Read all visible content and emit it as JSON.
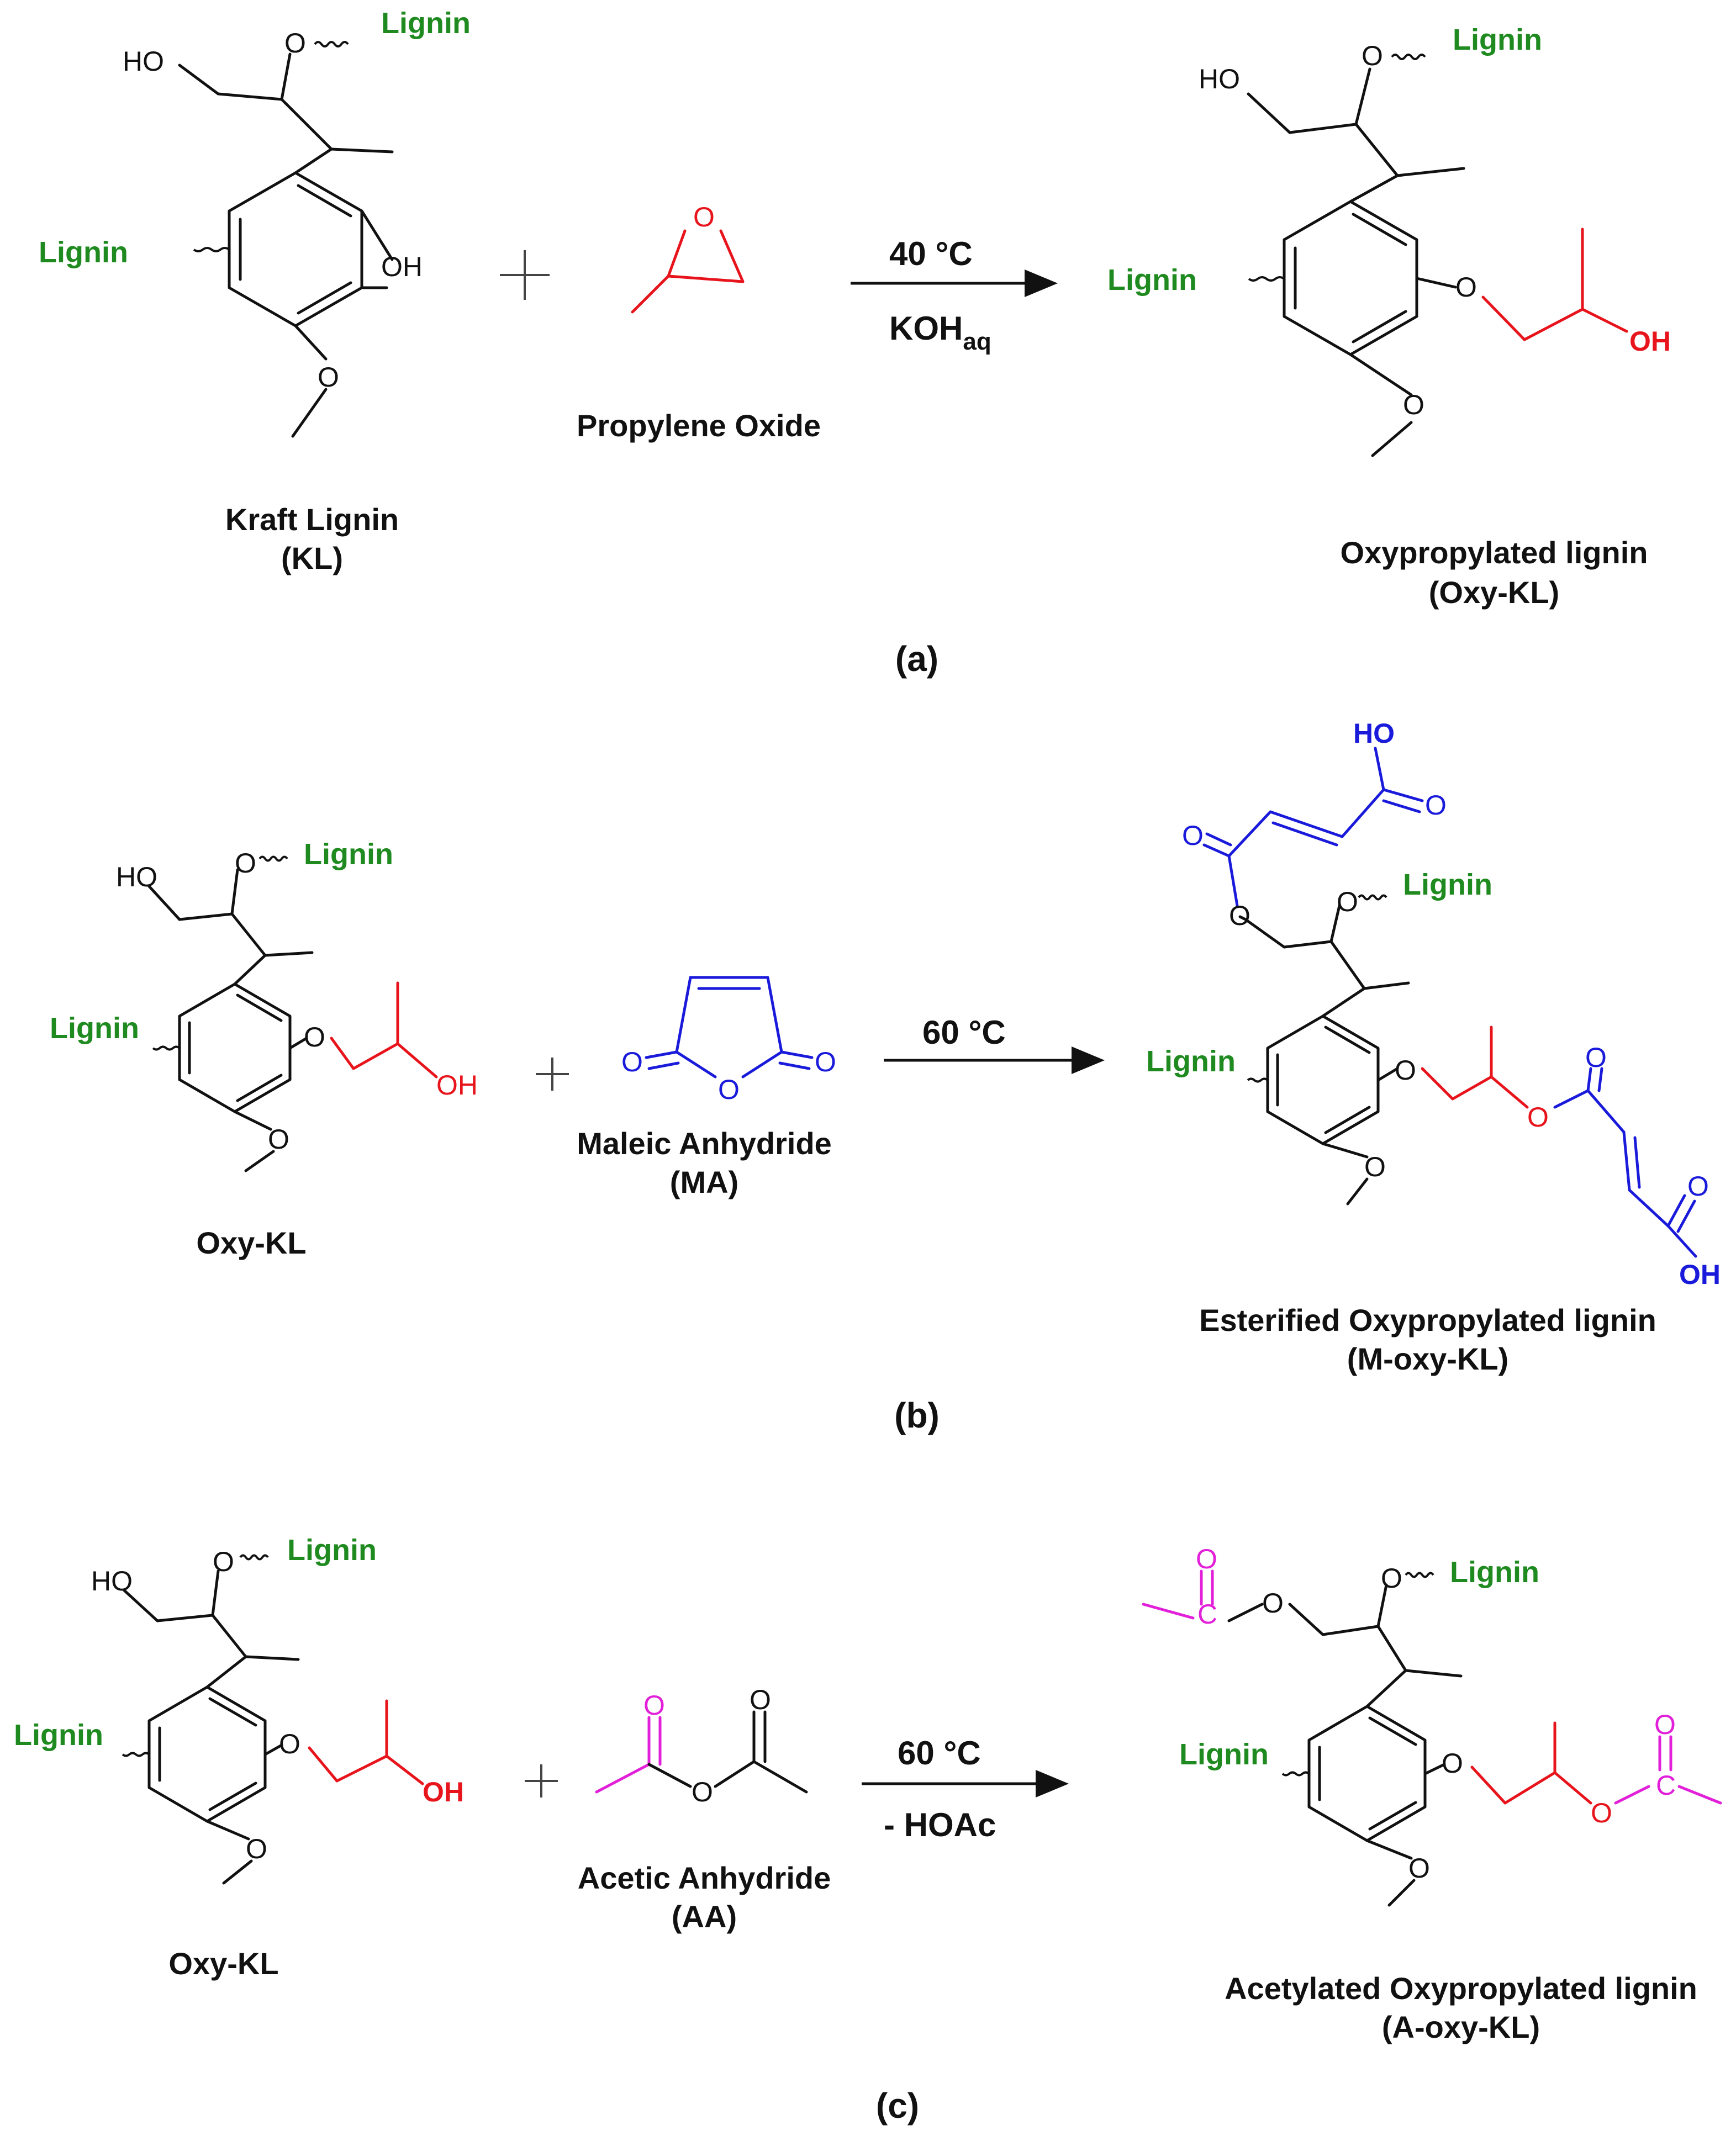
{
  "colors": {
    "lignin_green": "#1f8a1f",
    "propyl_red": "#e8141c",
    "maleic_blue": "#1a1adb",
    "acetyl_magenta": "#e21fd9",
    "ink": "#111111"
  },
  "atoms": {
    "HO": "HO",
    "OH": "OH",
    "O": "O",
    "C": "C",
    "lignin": "Lignin"
  },
  "panel_a": {
    "reactant1": {
      "name": "Kraft Lignin",
      "abbr": "(KL)"
    },
    "reactant2": {
      "name": "Propylene Oxide"
    },
    "conditions": {
      "temp": "40 °C",
      "reagent": "KOH",
      "reagent_sub": "aq"
    },
    "product": {
      "name": "Oxypropylated lignin",
      "abbr": "(Oxy-KL)"
    },
    "panel_label": "(a)"
  },
  "panel_b": {
    "reactant1": {
      "name": "Oxy-KL"
    },
    "reactant2": {
      "name": "Maleic Anhydride",
      "abbr": "(MA)"
    },
    "conditions": {
      "temp": "60 °C"
    },
    "product": {
      "name": "Esterified Oxypropylated lignin",
      "abbr": "(M-oxy-KL)"
    },
    "panel_label": "(b)"
  },
  "panel_c": {
    "reactant1": {
      "name": "Oxy-KL"
    },
    "reactant2": {
      "name": "Acetic Anhydride",
      "abbr": "(AA)"
    },
    "conditions": {
      "temp": "60 °C",
      "byproduct": "- HOAc"
    },
    "product": {
      "name": "Acetylated Oxypropylated lignin",
      "abbr": "(A-oxy-KL)"
    },
    "panel_label": "(c)"
  }
}
